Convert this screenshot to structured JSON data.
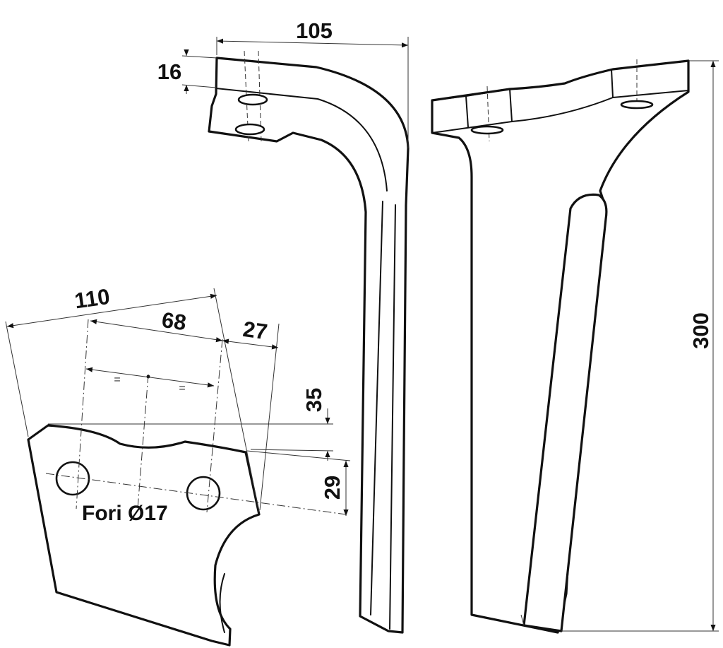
{
  "dimensions": {
    "d105": "105",
    "d16": "16",
    "d110": "110",
    "d68": "68",
    "d27": "27",
    "d35": "35",
    "d29": "29",
    "d300": "300"
  },
  "equal_marks": {
    "left": "=",
    "right": "="
  },
  "note": "Fori Ø17",
  "colors": {
    "line": "#111111",
    "background": "#ffffff"
  }
}
